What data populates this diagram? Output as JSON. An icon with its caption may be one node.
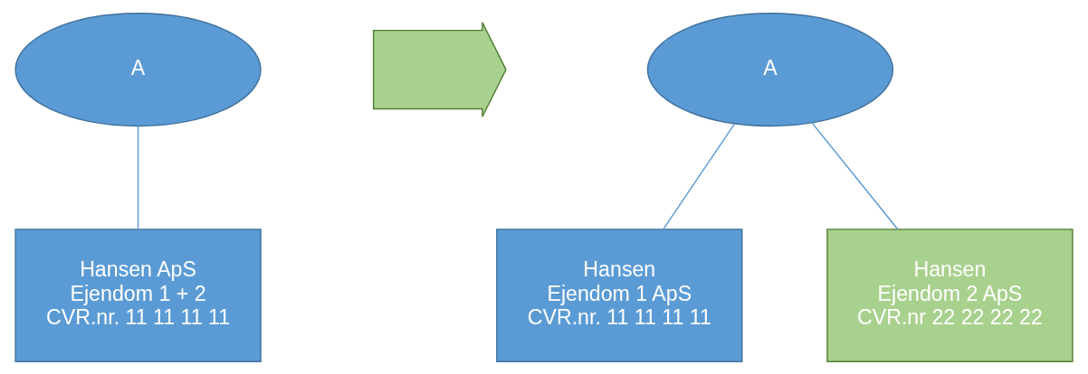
{
  "diagram": {
    "nodes": [
      {
        "text": [
          "A"
        ]
      },
      {
        "text": [
          "Hansen ApS",
          "Ejendom 1 + 2",
          "CVR.nr. 11 11 11 11"
        ]
      },
      {
        "text": [],
        "shape": "arrow"
      },
      {
        "text": [
          "A"
        ]
      },
      {
        "text": [
          "Hansen",
          "Ejendom 1 ApS",
          "CVR.nr. 11 11 11 11"
        ]
      },
      {
        "text": [
          "Hansen",
          "Ejendom 2 ApS",
          "CVR.nr 22 22 22 22"
        ]
      }
    ],
    "edges": [
      {
        "from": 0,
        "to": 1,
        "arrow": "none"
      },
      {
        "from": 3,
        "to": 4,
        "arrow": "none"
      },
      {
        "from": 3,
        "to": 5,
        "arrow": "none"
      }
    ]
  }
}
